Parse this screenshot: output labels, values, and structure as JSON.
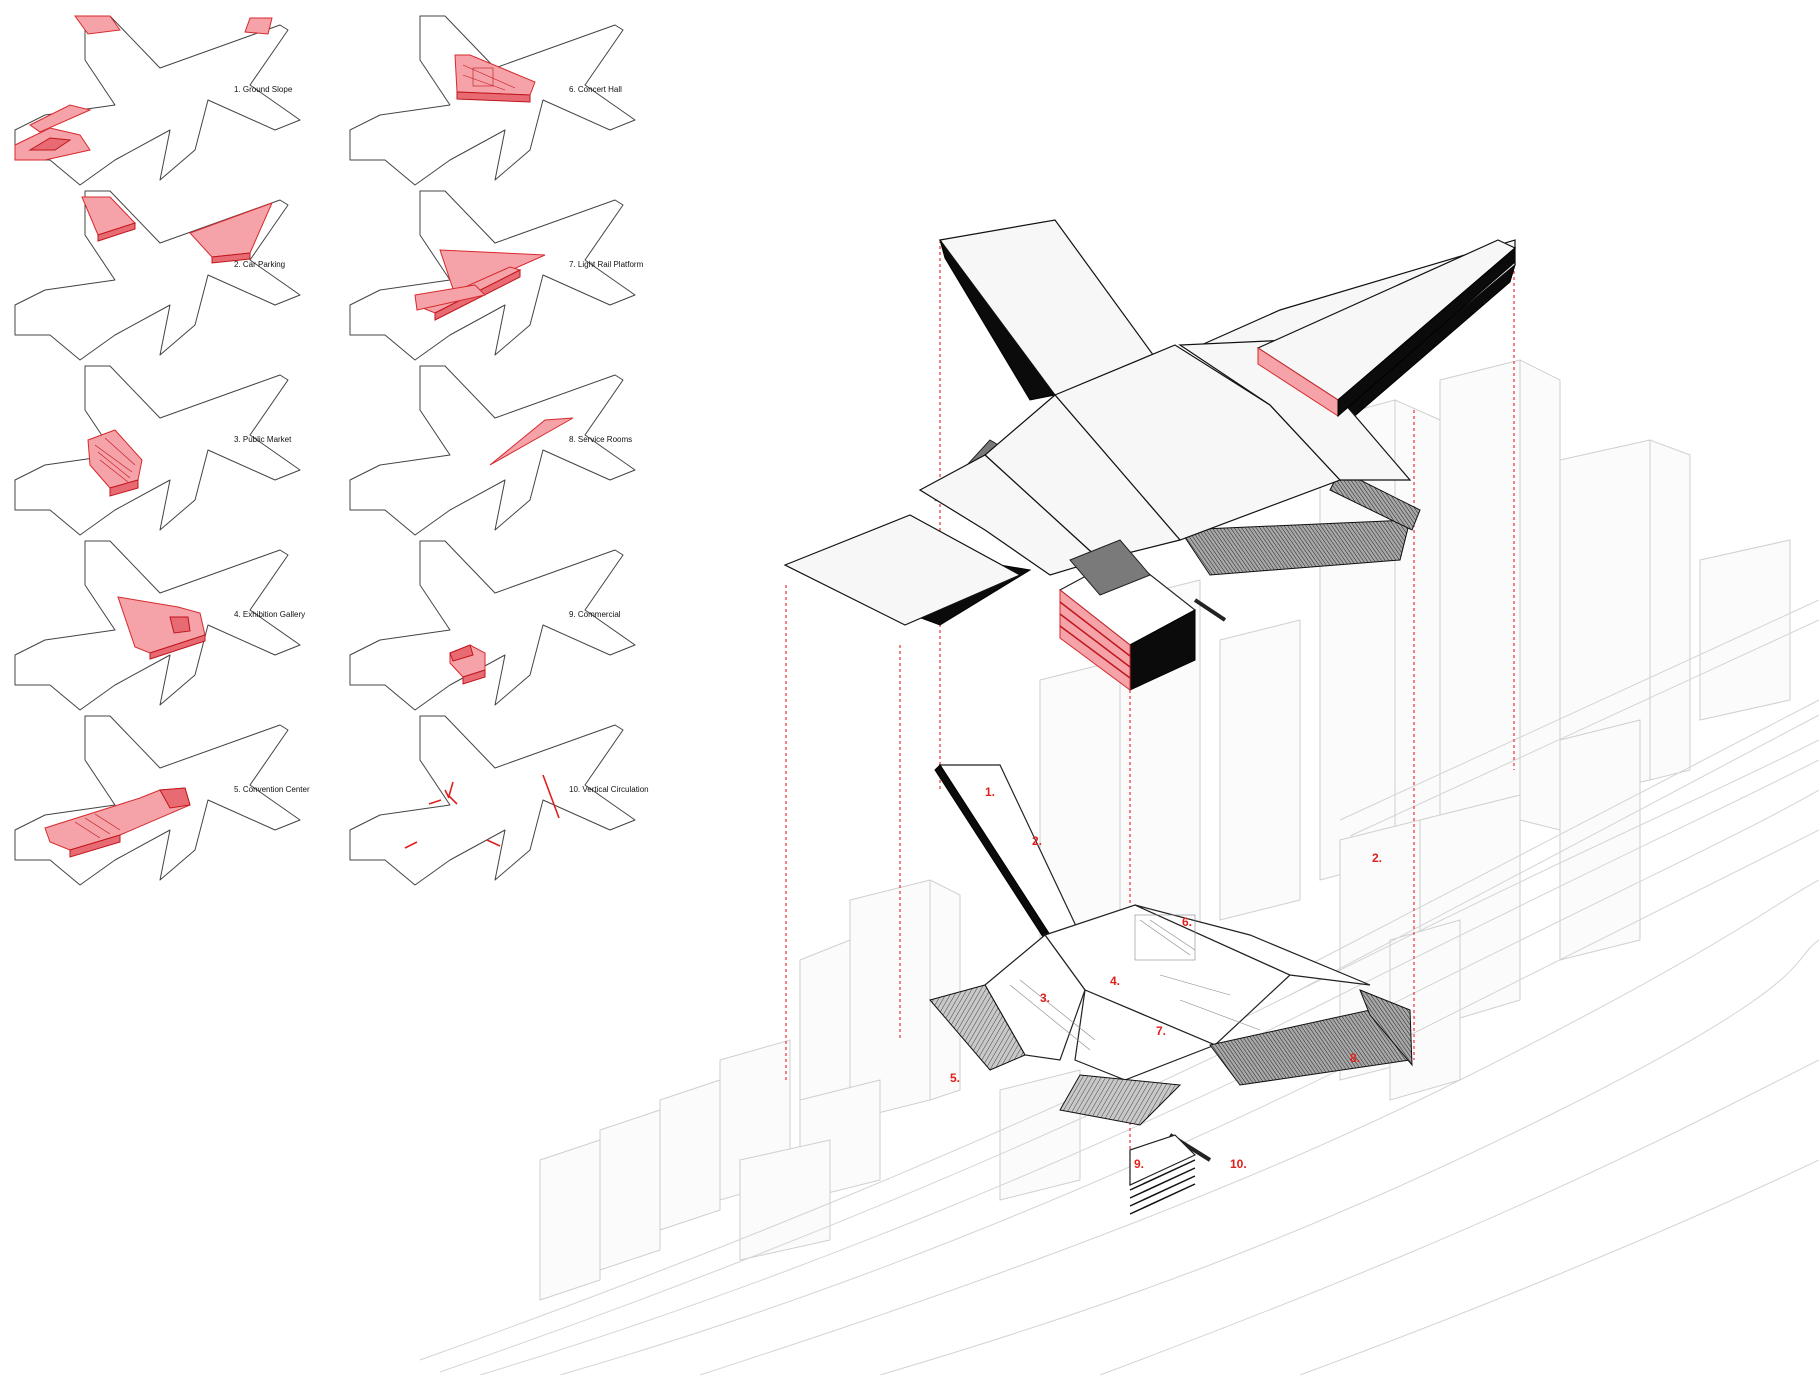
{
  "legend": {
    "items": [
      {
        "label": "1. Ground Slope"
      },
      {
        "label": "2. Car Parking"
      },
      {
        "label": "3. Public Market"
      },
      {
        "label": "4. Exhibition Gallery"
      },
      {
        "label": "5. Convention Center"
      },
      {
        "label": "6. Concert Hall"
      },
      {
        "label": "7. Light Rail Platform"
      },
      {
        "label": "8. Service Rooms"
      },
      {
        "label": "9. Commercial"
      },
      {
        "label": "10. Vertical Circulation"
      }
    ]
  },
  "axonometric": {
    "floor_labels": [
      {
        "text": "1."
      },
      {
        "text": "2."
      },
      {
        "text": "2."
      },
      {
        "text": "3."
      },
      {
        "text": "4."
      },
      {
        "text": "5."
      },
      {
        "text": "6."
      },
      {
        "text": "7."
      },
      {
        "text": "8."
      },
      {
        "text": "9."
      },
      {
        "text": "10."
      }
    ]
  },
  "colors": {
    "accent": "#e0201c",
    "highlight": "#f5a3a8",
    "line": "#444444"
  }
}
